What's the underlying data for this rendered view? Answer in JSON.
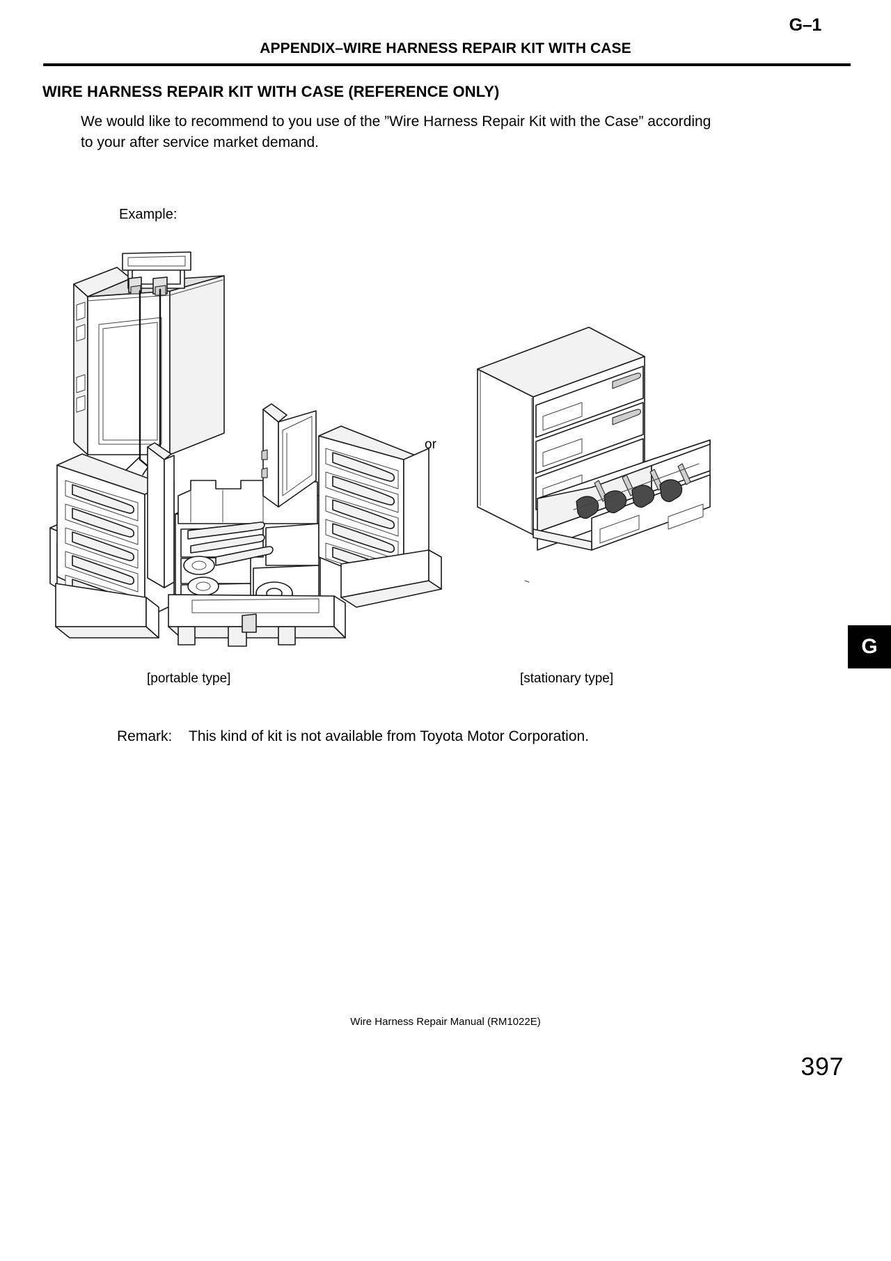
{
  "page": {
    "corner_reference": "G–1",
    "header_title": "APPENDIX–WIRE HARNESS REPAIR KIT WITH CASE",
    "section_title": "WIRE HARNESS REPAIR KIT WITH CASE (REFERENCE ONLY)",
    "intro_paragraph": "We would like to recommend to you use of the ”Wire Harness Repair Kit with the Case” according to your after service market demand.",
    "example_label": "Example:",
    "section_tab_letter": "G",
    "footer_text": "Wire Harness Repair Manual (RM1022E)",
    "page_number": "397"
  },
  "figure": {
    "connector_label": "or",
    "caption_left": "[portable type]",
    "caption_right": "[stationary type]",
    "left_illustration_name": "portable-wire-harness-repair-kit-case",
    "right_illustration_name": "stationary-wire-harness-repair-kit-cabinet"
  },
  "remark": {
    "label": "Remark:",
    "text": "This kind of kit is not available from Toyota Motor Corporation."
  },
  "colors": {
    "ink": "#000000",
    "paper": "#ffffff",
    "tab_background": "#000000",
    "tab_text": "#ffffff",
    "line_art_stroke": "#1a1a1a"
  }
}
